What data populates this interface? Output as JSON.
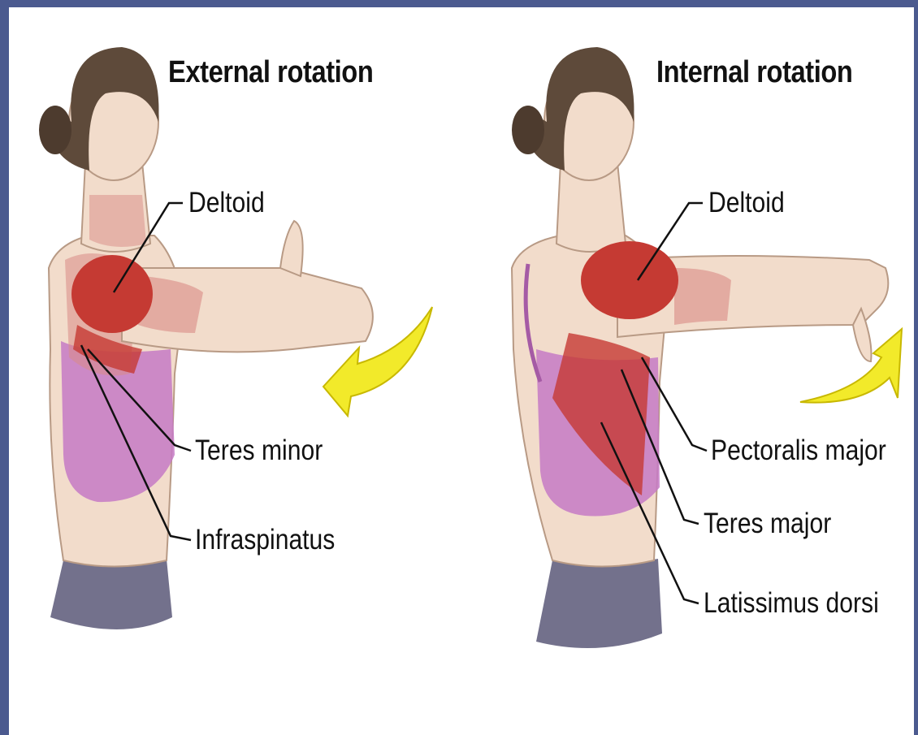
{
  "colors": {
    "frame": "#4b5a8f",
    "skin": "#f2dccb",
    "muscle": "#c53a33",
    "muscle_light": "#d88a86",
    "top": "#c67ac6",
    "hair": "#5e4a3a",
    "shorts": "#5a5878",
    "arrow": "#f2ea2a"
  },
  "panels": [
    {
      "title": "External rotation",
      "labels": [
        "Deltoid",
        "Teres minor",
        "Infraspinatus"
      ]
    },
    {
      "title": "Internal rotation",
      "labels": [
        "Deltoid",
        "Pectoralis major",
        "Teres major",
        "Latissimus dorsi"
      ]
    }
  ]
}
